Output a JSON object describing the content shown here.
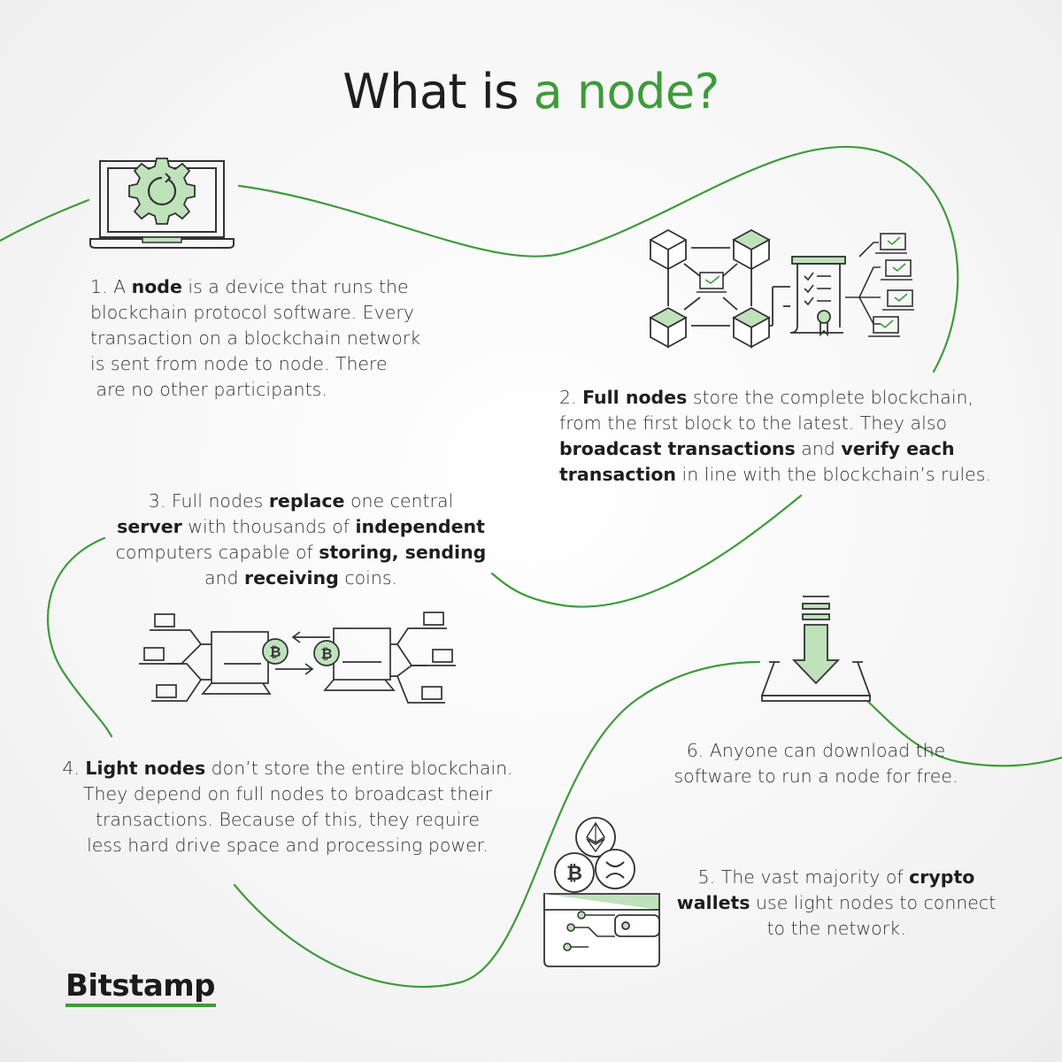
{
  "title": {
    "prefix": "What is ",
    "accent": "a node?"
  },
  "colors": {
    "accent": "#3e9b3a",
    "accent_fill": "#bfe2bb",
    "line": "#333333"
  },
  "steps": {
    "s1": {
      "lines": [
        [
          "1. A ",
          {
            "b": "node"
          },
          " is a device that runs the"
        ],
        [
          "blockchain protocol software. Every"
        ],
        [
          "transaction on a blockchain network"
        ],
        [
          "is sent from node to node. There"
        ],
        [
          " are no other participants."
        ]
      ]
    },
    "s2": {
      "lines": [
        [
          "2. ",
          {
            "b": "Full nodes"
          },
          " store the complete blockchain,"
        ],
        [
          "from the first block to the latest. They also"
        ],
        [
          {
            "b": "broadcast transactions"
          },
          " and ",
          {
            "b": "verify each"
          }
        ],
        [
          {
            "b": "transaction"
          },
          " in line with the blockchain’s rules."
        ]
      ]
    },
    "s3": {
      "lines": [
        [
          "3. Full nodes ",
          {
            "b": "replace"
          },
          " one central"
        ],
        [
          {
            "b": "server"
          },
          " with thousands of ",
          {
            "b": "independent"
          }
        ],
        [
          "computers capable of ",
          {
            "b": "storing, sending"
          }
        ],
        [
          "and ",
          {
            "b": "receiving"
          },
          " coins."
        ]
      ]
    },
    "s4": {
      "lines": [
        [
          "4. ",
          {
            "b": "Light nodes"
          },
          " don’t store the entire blockchain."
        ],
        [
          "They depend on full nodes to broadcast their"
        ],
        [
          "transactions. Because of this, they require"
        ],
        [
          "less hard drive space and processing power."
        ]
      ]
    },
    "s5": {
      "lines": [
        [
          "5. The vast majority of ",
          {
            "b": "crypto"
          }
        ],
        [
          {
            "b": "wallets"
          },
          " use light nodes to connect"
        ],
        [
          "to the network."
        ]
      ]
    },
    "s6": {
      "lines": [
        [
          "6. Anyone can download the"
        ],
        [
          "software to run a node for free."
        ]
      ]
    }
  },
  "icons": {
    "s1": "laptop-gear-icon",
    "s2": "blockchain-network-icon",
    "s3": "peer-to-peer-transfer-icon",
    "s5": "crypto-wallet-icon",
    "s6": "download-icon"
  },
  "logo": "Bitstamp"
}
